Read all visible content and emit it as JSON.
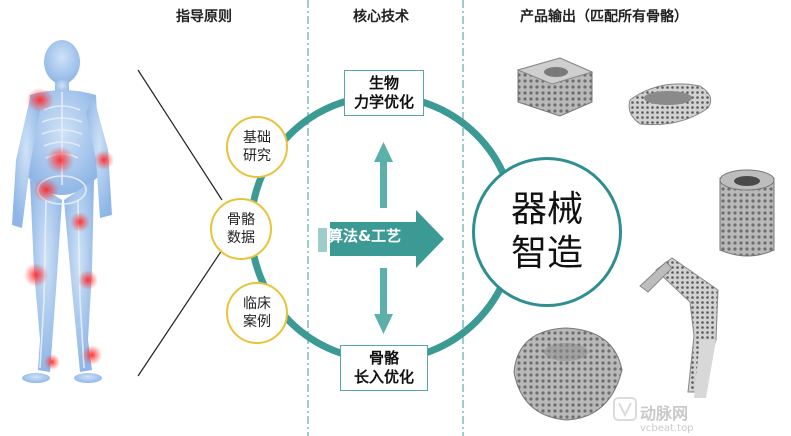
{
  "headers": {
    "principles": "指导原则",
    "core_tech": "核心技术",
    "output": "产品输出（匹配所有骨骼）"
  },
  "principles": [
    {
      "line1": "基础",
      "line2": "研究"
    },
    {
      "line1": "骨骼",
      "line2": "数据"
    },
    {
      "line1": "临床",
      "line2": "案例"
    }
  ],
  "core": {
    "top_line1": "生物",
    "top_line2": "力学优化",
    "bottom_line1": "骨骼",
    "bottom_line2": "长入优化",
    "arrow_label": "算法&工艺"
  },
  "center": {
    "line1": "器械",
    "line2": "智造"
  },
  "watermark": {
    "main": "动脉网",
    "sub": "vcbeat.top"
  },
  "colors": {
    "teal": "#3c9a94",
    "gold": "#e8c33a",
    "dark_teal": "#2f8e92"
  }
}
